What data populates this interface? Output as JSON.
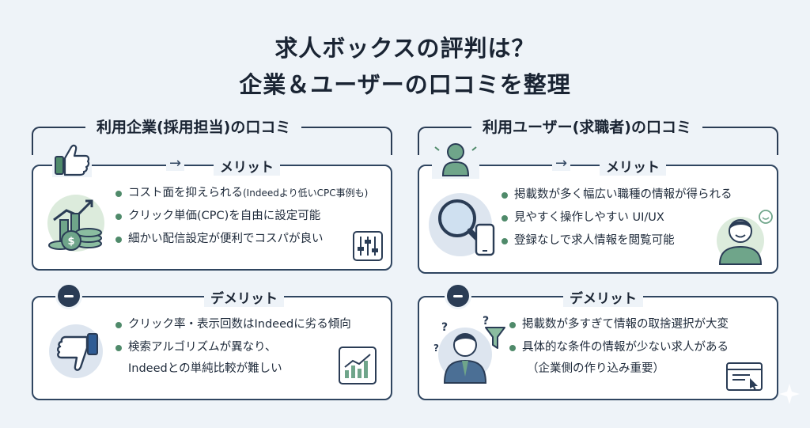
{
  "title": {
    "line1": "求人ボックスの評判は？",
    "line2": "企業＆ユーザーの口コミを整理"
  },
  "company": {
    "heading": "利用企業(採用担当)の口コミ",
    "merit": {
      "label": "メリット",
      "items": [
        {
          "main": "コスト面を抑えられる",
          "note": "(Indeedより低いCPC事例も)"
        },
        {
          "main": "クリック単価(CPC)を自由に設定可能"
        },
        {
          "main": "細かい配信設定が便利でコスパが良い"
        }
      ]
    },
    "demerit": {
      "label": "デメリット",
      "items": [
        "クリック率・表示回数はIndeedに劣る傾向",
        "検索アルゴリズムが異なり、"
      ],
      "continuation": "Indeedとの単純比較が難しい"
    }
  },
  "user": {
    "heading": "利用ユーザー(求職者)の口コミ",
    "merit": {
      "label": "メリット",
      "items": [
        "掲載数が多く幅広い職種の情報が得られる",
        "見やすく操作しやすい UI/UX",
        "登録なしで求人情報を閲覧可能"
      ]
    },
    "demerit": {
      "label": "デメリット",
      "items": [
        "掲載数が多すぎて情報の取捨選択が大変",
        "具体的な条件の情報が少ない求人がある"
      ],
      "continuation": "（企業側の作り込み重要）"
    }
  },
  "colors": {
    "navy": "#2a3c55",
    "green": "#4f8a6a",
    "lightgreen": "#dcebdc",
    "background": "#eef3f8"
  },
  "icons": [
    "thumbs-up-icon",
    "money-coins-icon",
    "sliders-icon",
    "minus-icon",
    "thumbs-down-icon",
    "chart-icon",
    "person-icon",
    "magnifier-phone-icon",
    "smiling-user-icon",
    "confused-man-icon",
    "funnel-icon",
    "web-form-icon",
    "sparkle-icon"
  ]
}
